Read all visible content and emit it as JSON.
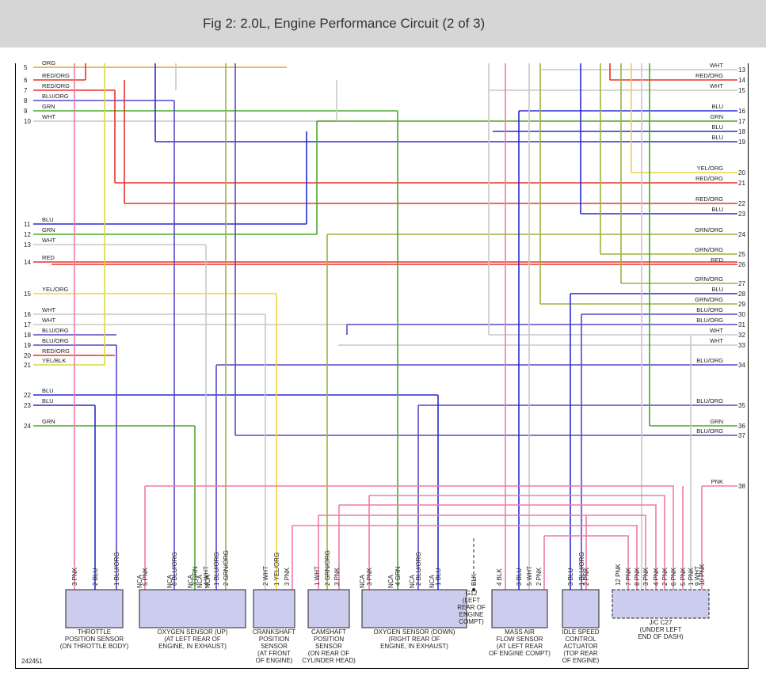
{
  "title": "Fig 2: 2.0L, Engine Performance Circuit (2 of 3)",
  "figure_id": "242451",
  "colors": {
    "ORG": "#f39a2e",
    "RED": "#e8322a",
    "RED/ORG": "#e8322a",
    "BLU": "#2a2ad0",
    "BLU/ORG": "#5a47c8",
    "GRN": "#49a829",
    "GRN/ORG": "#9bb33e",
    "WHT": "#c8c8c8",
    "YEL/ORG": "#f0d43a",
    "YEL/BLK": "#d6dc3c",
    "PNK": "#f07aa8",
    "BLK": "#222222"
  },
  "left_wires": [
    {
      "n": "5",
      "c": "ORG"
    },
    {
      "n": "6",
      "c": "RED/ORG"
    },
    {
      "n": "7",
      "c": "RED/ORG"
    },
    {
      "n": "8",
      "c": "BLU/ORG"
    },
    {
      "n": "9",
      "c": "GRN"
    },
    {
      "n": "10",
      "c": "WHT"
    },
    {
      "n": "11",
      "c": "BLU"
    },
    {
      "n": "12",
      "c": "GRN"
    },
    {
      "n": "13",
      "c": "WHT"
    },
    {
      "n": "14",
      "c": "RED"
    },
    {
      "n": "15",
      "c": "YEL/ORG"
    },
    {
      "n": "16",
      "c": "WHT"
    },
    {
      "n": "17",
      "c": "WHT"
    },
    {
      "n": "18",
      "c": "BLU/ORG"
    },
    {
      "n": "19",
      "c": "BLU/ORG"
    },
    {
      "n": "20",
      "c": "RED/ORG"
    },
    {
      "n": "21",
      "c": "YEL/BLK"
    },
    {
      "n": "22",
      "c": "BLU"
    },
    {
      "n": "23",
      "c": "BLU"
    },
    {
      "n": "24",
      "c": "GRN"
    }
  ],
  "right_wires": [
    {
      "n": "13",
      "c": "WHT"
    },
    {
      "n": "14",
      "c": "RED/ORG"
    },
    {
      "n": "15",
      "c": "WHT"
    },
    {
      "n": "16",
      "c": "BLU"
    },
    {
      "n": "17",
      "c": "GRN"
    },
    {
      "n": "18",
      "c": "BLU"
    },
    {
      "n": "19",
      "c": "BLU"
    },
    {
      "n": "20",
      "c": "YEL/ORG"
    },
    {
      "n": "21",
      "c": "RED/ORG"
    },
    {
      "n": "22",
      "c": "RED/ORG"
    },
    {
      "n": "23",
      "c": "BLU"
    },
    {
      "n": "24",
      "c": "GRN/ORG"
    },
    {
      "n": "25",
      "c": "GRN/ORG"
    },
    {
      "n": "26",
      "c": "RED"
    },
    {
      "n": "27",
      "c": "GRN/ORG"
    },
    {
      "n": "28",
      "c": "BLU"
    },
    {
      "n": "29",
      "c": "GRN/ORG"
    },
    {
      "n": "30",
      "c": "BLU/ORG"
    },
    {
      "n": "31",
      "c": "BLU/ORG"
    },
    {
      "n": "32",
      "c": "WHT"
    },
    {
      "n": "33",
      "c": "WHT"
    },
    {
      "n": "34",
      "c": "BLU/ORG"
    },
    {
      "n": "35",
      "c": "BLU/ORG"
    },
    {
      "n": "36",
      "c": "GRN"
    },
    {
      "n": "37",
      "c": "BLU/ORG"
    },
    {
      "n": "38",
      "c": "PNK"
    }
  ],
  "components": [
    {
      "id": "tps",
      "label": [
        "THROTTLE",
        "POSITION SENSOR",
        "(ON THROTTLE BODY)"
      ],
      "pins": [
        {
          "p": "3",
          "c": "PNK"
        },
        {
          "p": "2",
          "c": "BLU"
        },
        {
          "p": "1",
          "c": "BLU/ORG"
        }
      ]
    },
    {
      "id": "o2up",
      "label": [
        "OXYGEN SENSOR (UP)",
        "(AT LEFT REAR OF",
        "ENGINE, IN EXHAUST)"
      ],
      "pins": [
        {
          "p": "5",
          "c": "PNK"
        },
        {
          "p": "6",
          "c": "BLU/ORG"
        },
        {
          "p": "3",
          "c": "GRN"
        },
        {
          "p": "4",
          "c": "WHT"
        },
        {
          "p": "1",
          "c": "BLU/ORG"
        },
        {
          "p": "2",
          "c": "GRN/ORG"
        }
      ]
    },
    {
      "id": "ckp",
      "label": [
        "CRANKSHAFT",
        "POSITION",
        "SENSOR",
        "(AT FRONT",
        "OF ENGINE)"
      ],
      "pins": [
        {
          "p": "2",
          "c": "WHT"
        },
        {
          "p": "1",
          "c": "YEL/ORG"
        },
        {
          "p": "3",
          "c": "PNK"
        }
      ]
    },
    {
      "id": "cmp",
      "label": [
        "CAMSHAFT",
        "POSITION",
        "SENSOR",
        "(ON REAR OF",
        "CYLINDER HEAD)"
      ],
      "pins": [
        {
          "p": "1",
          "c": "WHT"
        },
        {
          "p": "2",
          "c": "GRN/ORG"
        },
        {
          "p": "3",
          "c": "PNK"
        }
      ]
    },
    {
      "id": "o2down",
      "label": [
        "OXYGEN SENSOR (DOWN)",
        "(RIGHT REAR OF",
        "ENGINE, IN EXHAUST)"
      ],
      "pins": [
        {
          "p": "3",
          "c": "PNK"
        },
        {
          "p": "4",
          "c": "GRN"
        },
        {
          "p": "2",
          "c": "BLU/ORG"
        },
        {
          "p": "1",
          "c": "BLU"
        }
      ]
    },
    {
      "id": "g12",
      "label": [
        "G12",
        "(LEFT",
        "REAR OF",
        "ENGINE",
        "COMPT)"
      ],
      "pins": [
        {
          "p": "",
          "c": "BLK"
        }
      ]
    },
    {
      "id": "maf",
      "label": [
        "MASS AIR",
        "FLOW SENSOR",
        "(AT LEFT REAR",
        "OF ENGINE COMPT)"
      ],
      "pins": [
        {
          "p": "4",
          "c": "BLK"
        },
        {
          "p": "3",
          "c": "BLU"
        },
        {
          "p": "5",
          "c": "WHT"
        },
        {
          "p": "2",
          "c": "PNK"
        }
      ]
    },
    {
      "id": "iac",
      "label": [
        "IDLE SPEED",
        "CONTROL",
        "ACTUATOR",
        "(TOP REAR",
        "OF ENGINE)"
      ],
      "pins": [
        {
          "p": "3",
          "c": "BLU"
        },
        {
          "p": "1",
          "c": "BLU/ORG"
        },
        {
          "p": "2",
          "c": "PNK"
        }
      ]
    },
    {
      "id": "jc27",
      "label": [
        "J/C C27",
        "(UNDER LEFT",
        "END OF DASH)"
      ],
      "pins": [
        {
          "p": "12",
          "c": "PNK"
        },
        {
          "p": "7",
          "c": "PNK"
        },
        {
          "p": "8",
          "c": "PNK"
        },
        {
          "p": "3",
          "c": "PNK"
        },
        {
          "p": "4",
          "c": "PNK"
        },
        {
          "p": "2",
          "c": "PNK"
        },
        {
          "p": "6",
          "c": "PNK"
        },
        {
          "p": "5",
          "c": "PNK"
        },
        {
          "p": "1",
          "c": "PNK"
        },
        {
          "p": "9",
          "c": "WHT"
        },
        {
          "p": "10",
          "c": "PNK"
        }
      ]
    }
  ],
  "nca_label": "NCA"
}
